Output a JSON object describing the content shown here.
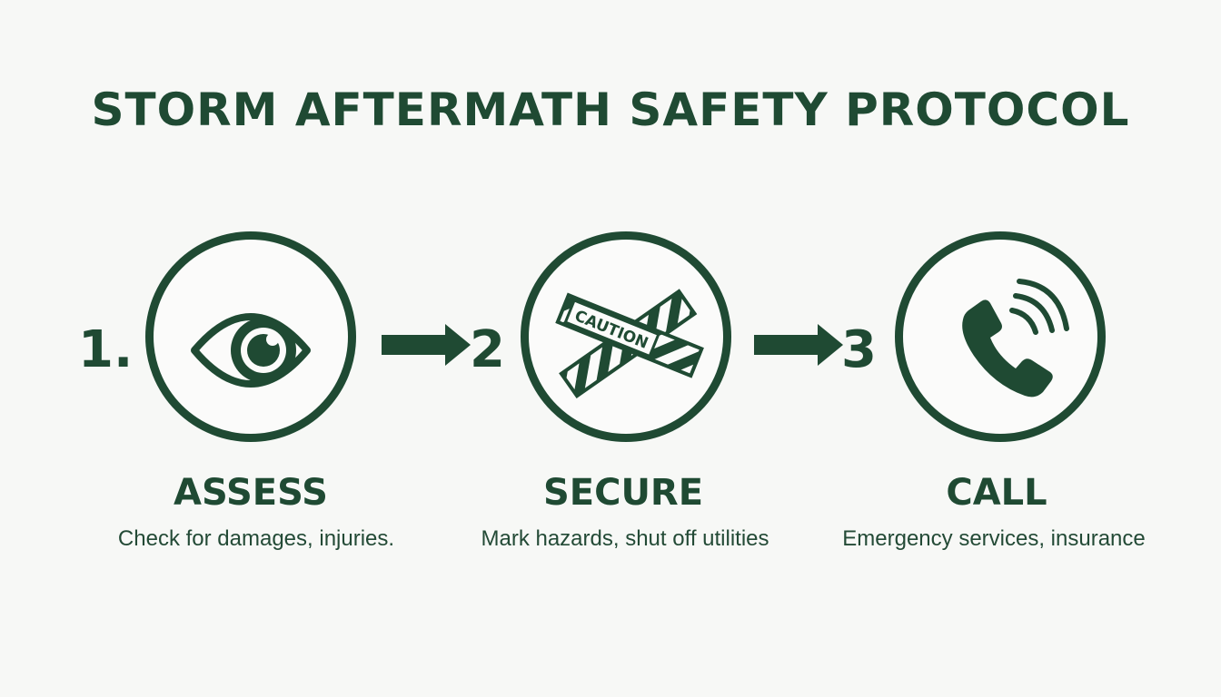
{
  "title": "STORM AFTERMATH SAFETY PROTOCOL",
  "colors": {
    "primary": "#1f4a33",
    "background": "#f7f8f6"
  },
  "steps": [
    {
      "number": "1.",
      "icon": "eye-icon",
      "label": "ASSESS",
      "description": "Check for damages, injuries."
    },
    {
      "number": "2",
      "icon": "caution-tape-icon",
      "icon_text": "CAUTION",
      "label": "SECURE",
      "description": "Mark hazards, shut off utilities"
    },
    {
      "number": "3",
      "icon": "phone-icon",
      "label": "CALL",
      "description": "Emergency services, insurance"
    }
  ]
}
